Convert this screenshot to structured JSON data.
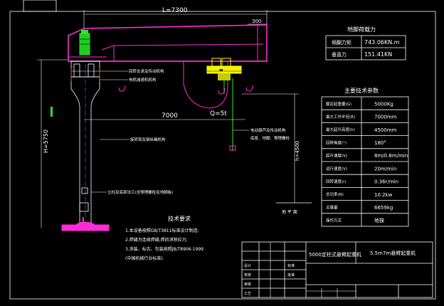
{
  "dims": {
    "span": "L=7300",
    "top_small": "300",
    "mid_span": "7000",
    "angle": "Q=5t",
    "height_total": "H=5750",
    "height_lift": "h=4500"
  },
  "callouts": [
    "回转支承及传动机构",
    "电机减速机机构",
    "旋转臂及钢丝绳机构",
    "电动葫芦及传动机构",
    "底座、地脚、预埋螺栓",
    "立柱及底部法兰(含预埋螺栓及地脚板)"
  ],
  "ground_label": "地 平 面",
  "load_table": {
    "title": "地脚荷载力",
    "rows": [
      {
        "label": "倾翻力矩",
        "value": "743.06KN.m"
      },
      {
        "label": "垂直力",
        "value": "151.41KN"
      }
    ]
  },
  "param_table": {
    "title": "主要技术参数",
    "rows": [
      {
        "label": "额定起重量(G)",
        "value": "5000Kg"
      },
      {
        "label": "最大工作半径(R)",
        "value": "7000mm"
      },
      {
        "label": "最大起升高度(h)",
        "value": "4500mm"
      },
      {
        "label": "回转角度(°)",
        "value": "180°"
      },
      {
        "label": "起升速度(V)",
        "value": "8m/0.8m/min"
      },
      {
        "label": "运行速度(V)",
        "value": "20m/min"
      },
      {
        "label": "回转速度(r)",
        "value": "0.36r/min"
      },
      {
        "label": "总功率(N)",
        "value": "10.2kw"
      },
      {
        "label": "总重量",
        "value": "6659kg"
      },
      {
        "label": "操作方式",
        "value": "地操"
      }
    ]
  },
  "tech": {
    "title": "技术要求",
    "items": [
      "1.本设备按照GB/T3811标准设计制造;",
      "2.焊缝为连续焊缝,焊后消除应力;",
      "3.涂装、标志、包装按照JB/T8906-1999",
      "(中国机械行业标准)."
    ]
  },
  "title_block": {
    "drawing_name": "5000定柱式悬臂起重机",
    "project": "5.5m7m悬臂起重机",
    "rows": [
      "设计",
      "校核",
      "审核",
      "工艺",
      "标准",
      "批准"
    ]
  }
}
